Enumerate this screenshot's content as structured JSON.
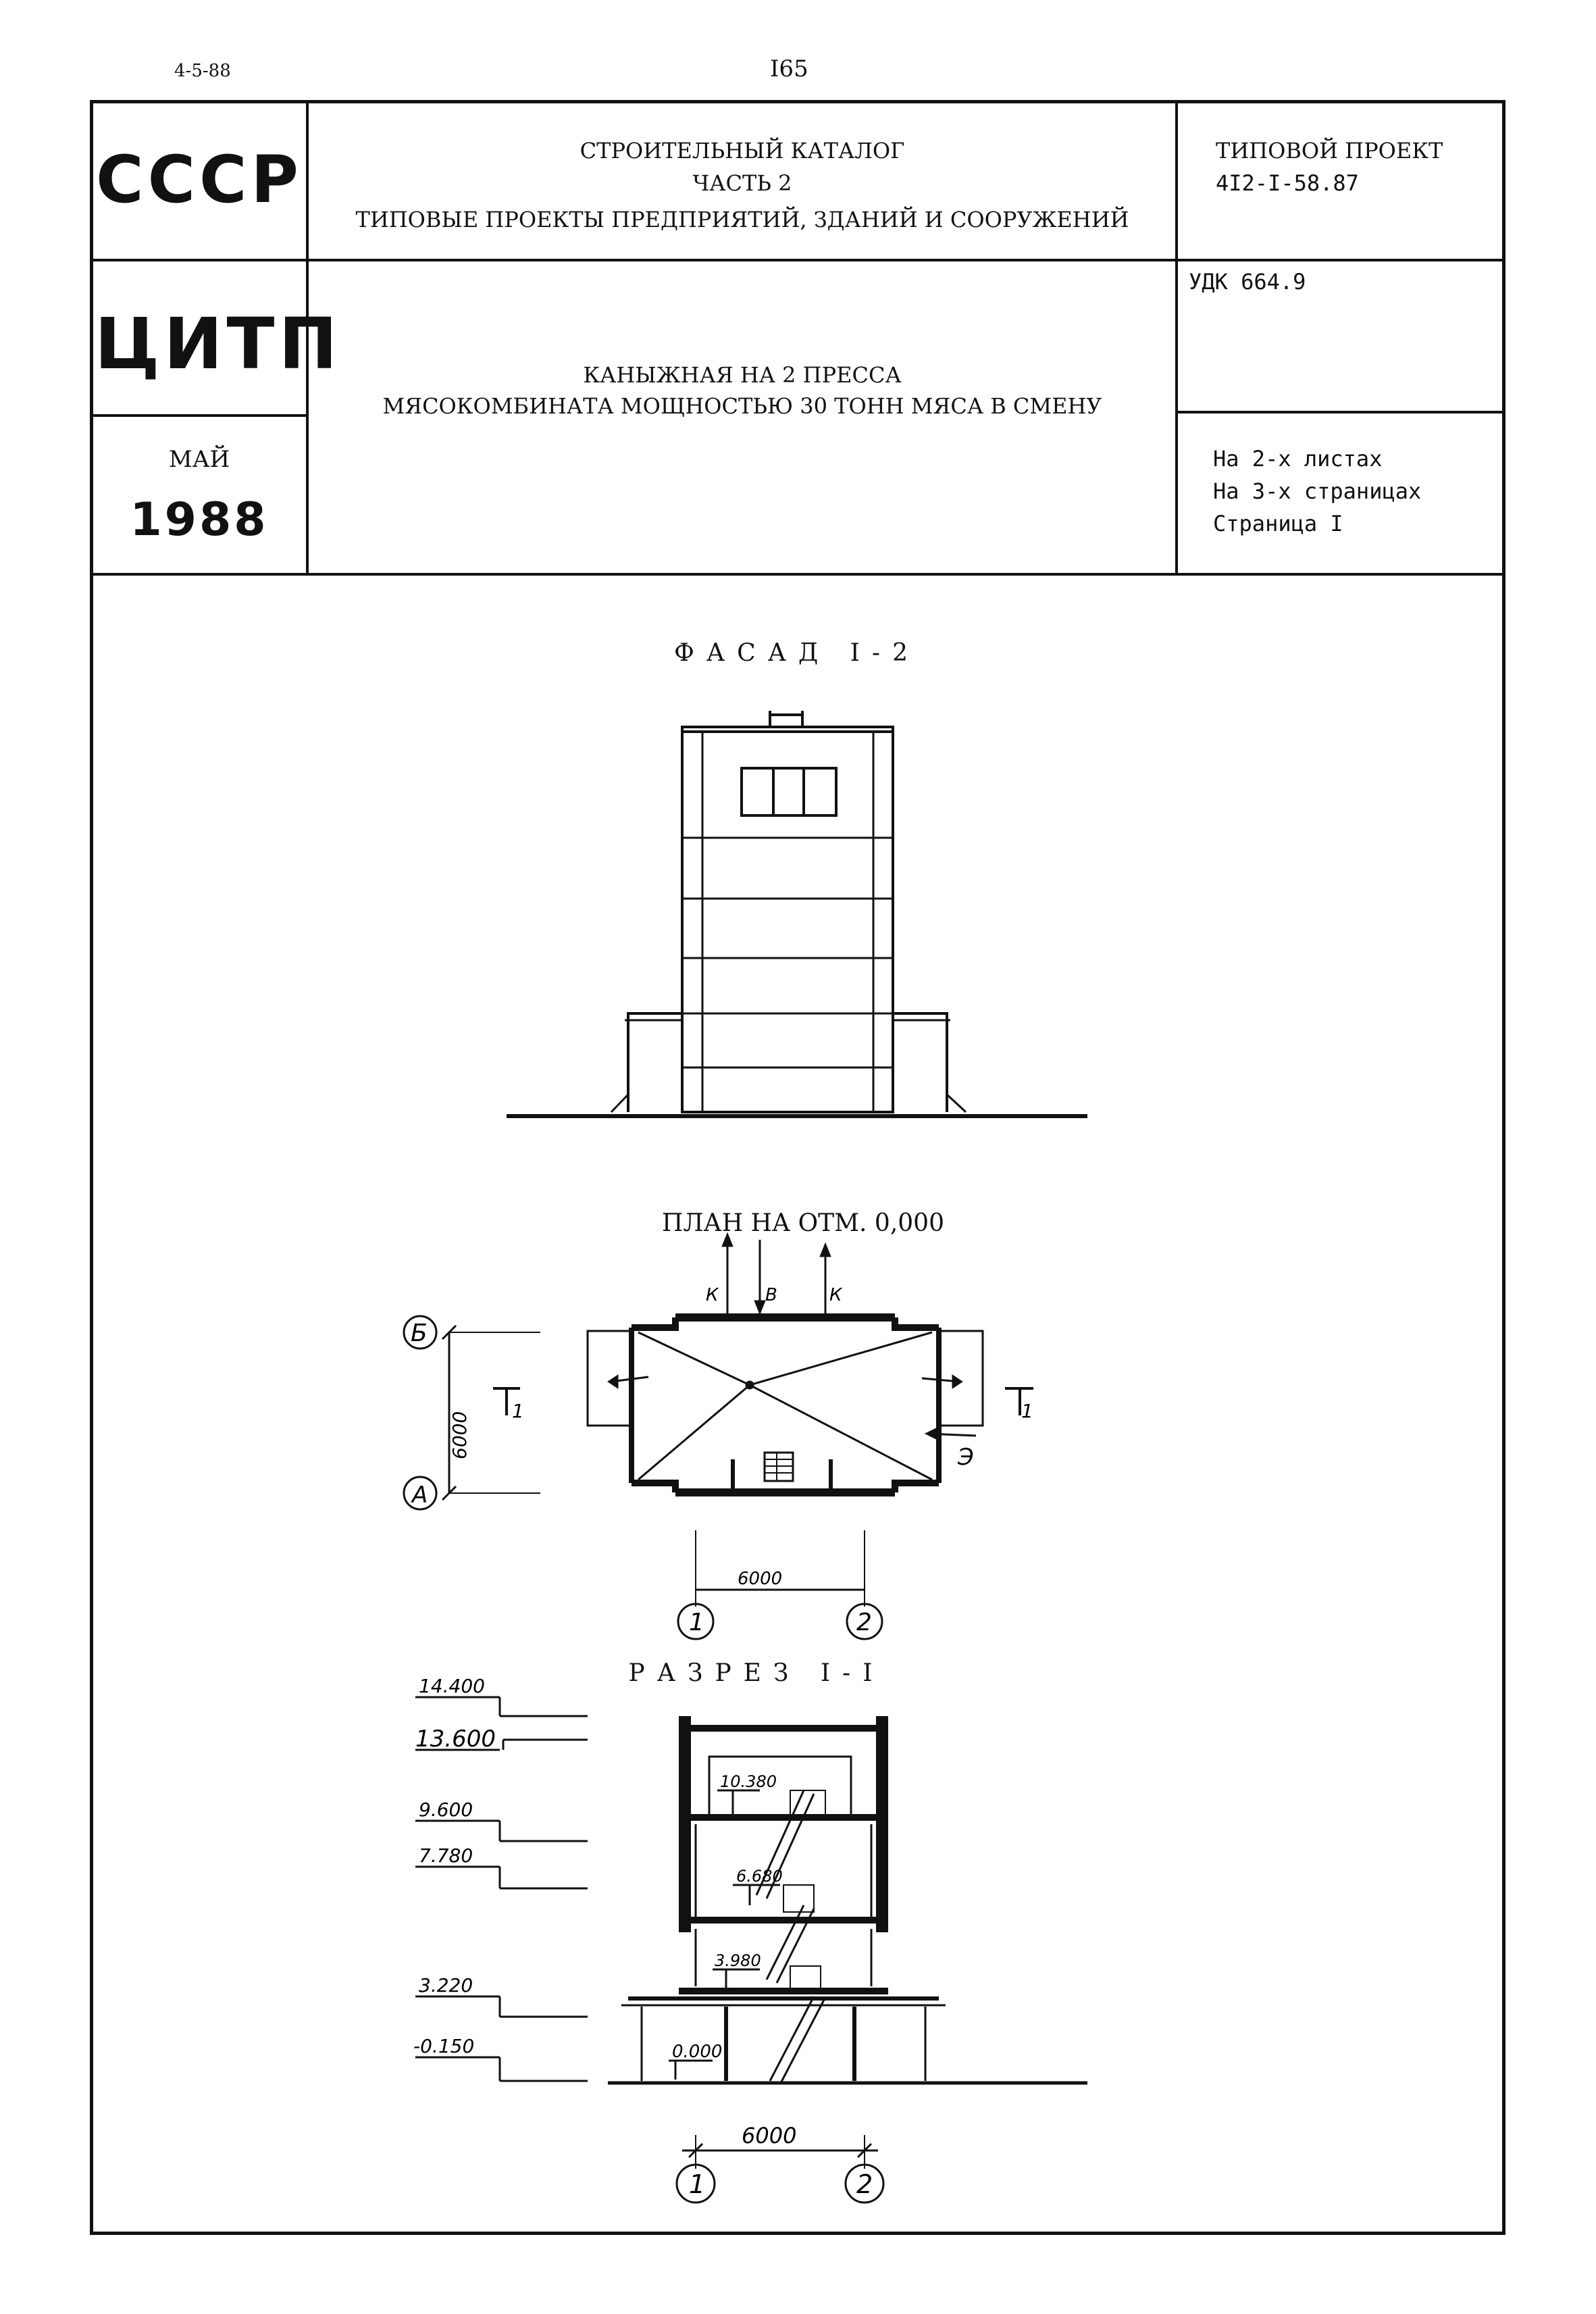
{
  "page": {
    "date_code": "4-5-88",
    "page_number": "I65"
  },
  "header": {
    "org_top": "СССР",
    "org_mid": "ЦИТП",
    "month": "МАЙ",
    "year": "1988",
    "catalog_line1": "СТРОИТЕЛЬНЫЙ КАТАЛОГ",
    "catalog_line2": "ЧАСТЬ 2",
    "catalog_line3": "ТИПОВЫЕ ПРОЕКТЫ ПРЕДПРИЯТИЙ, ЗДАНИЙ И СООРУЖЕНИЙ",
    "project_label": "ТИПОВОЙ ПРОЕКТ",
    "project_code": "4I2-I-58.87",
    "udk": "УДК 664.9",
    "title_line1": "КАНЫЖНАЯ НА 2 ПРЕССА",
    "title_line2": "МЯСОКОМБИНАТА МОЩНОСТЬЮ 30 ТОНН МЯСА В СМЕНУ",
    "sheets": "На 2-х листах",
    "pages": "На 3-х страницах",
    "page": "Страница I"
  },
  "drawings": {
    "facade_title": "ФАСАД I-2",
    "plan_title": "ПЛАН НА ОТМ. 0,000",
    "section_title": "РАЗРЕЗ I-I"
  },
  "plan": {
    "axis_b": "Б",
    "axis_a": "А",
    "axis_1": "1",
    "axis_2": "2",
    "dim_vertical": "6000",
    "dim_horizontal": "6000",
    "mark_k1": "К",
    "mark_v": "В",
    "mark_k2": "К",
    "mark_e": "Э",
    "cut_left": "1",
    "cut_right": "1"
  },
  "section": {
    "levels": [
      "14.400",
      "13.600",
      "9.600",
      "7.780",
      "3.220",
      "-0.150"
    ],
    "inner_levels": [
      "10.380",
      "6.680",
      "3.980",
      "0.000"
    ],
    "dim_horizontal": "6000",
    "axis_1": "1",
    "axis_2": "2"
  }
}
